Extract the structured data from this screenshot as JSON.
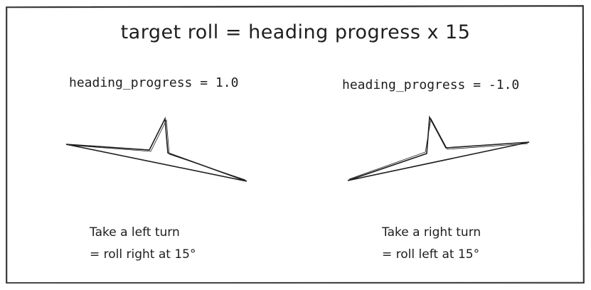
{
  "title": "target roll = heading progress x 15",
  "left_panel": {
    "code_label": "heading_progress = 1.0",
    "caption_line1": "Take a left turn",
    "caption_line2": "= roll right at 15°",
    "plane_icon": "aircraft-rear-view-icon"
  },
  "right_panel": {
    "code_label": "heading_progress = -1.0",
    "caption_line1": "Take a right turn",
    "caption_line2": "= roll left at 15°",
    "plane_icon": "aircraft-rear-view-icon"
  },
  "colors": {
    "stroke": "#1e1e1e",
    "background": "#ffffff"
  }
}
